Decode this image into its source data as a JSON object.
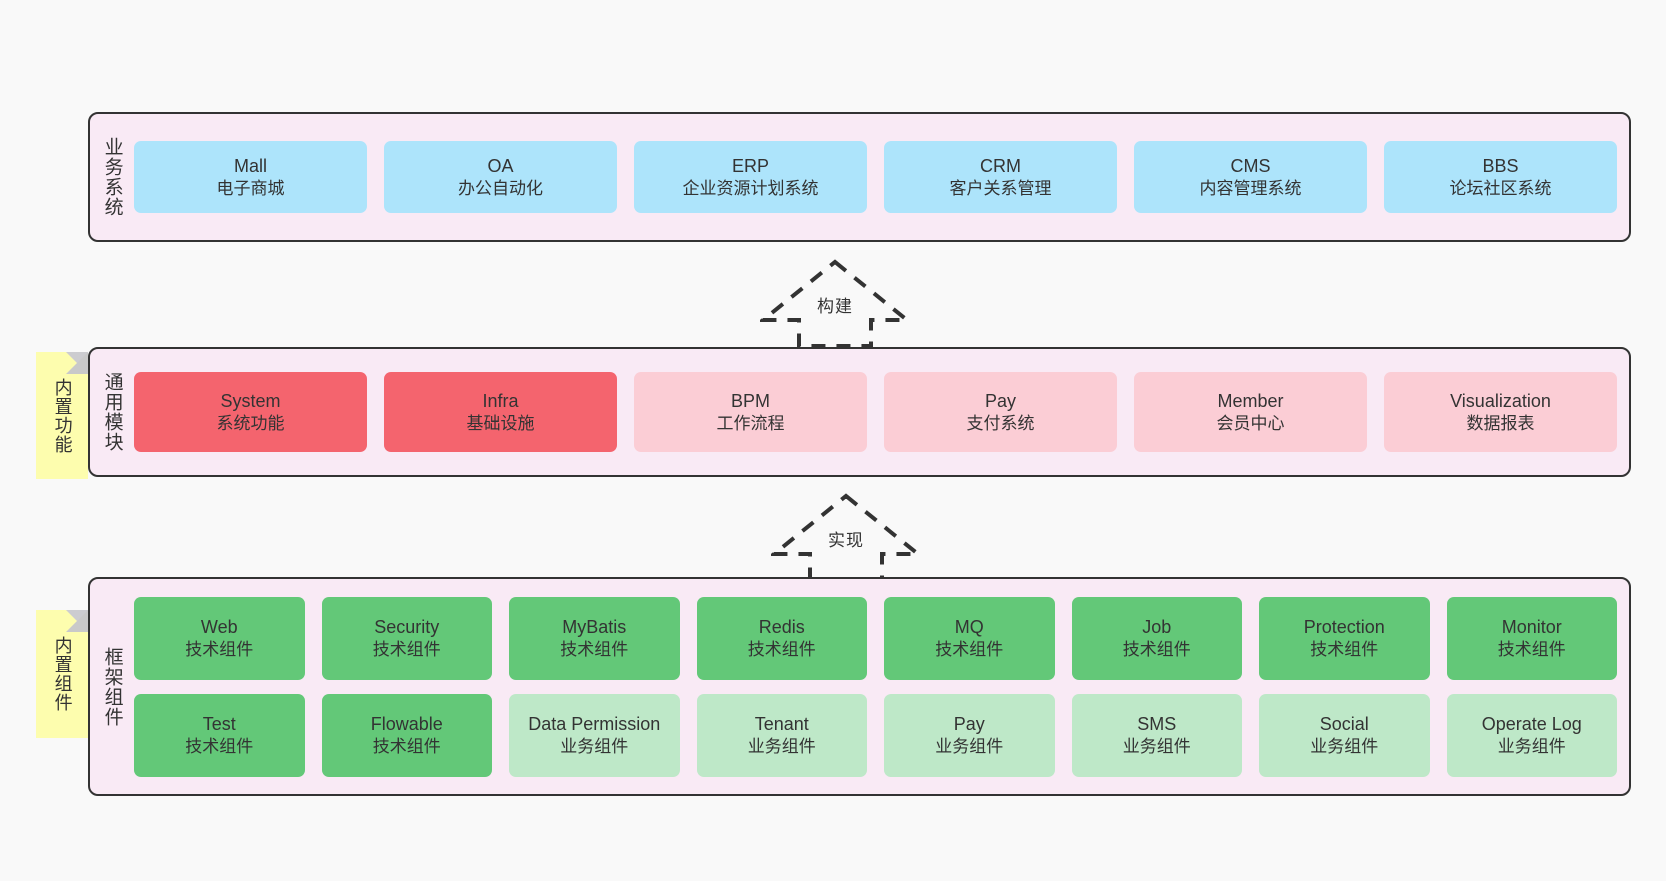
{
  "diagram": {
    "background_color": "#f9f9f9",
    "panel_color": "#f9eaf5",
    "panel_border_color": "#333333",
    "sticky_color": "#fdfdae",
    "colors": {
      "business_box": "#ade4fb",
      "module_highlight": "#f4646e",
      "module_normal": "#fbcdd5",
      "tech_component": "#63c878",
      "business_component": "#bee8c8"
    }
  },
  "layers": [
    {
      "id": "business",
      "title": "业务系统",
      "rows": [
        {
          "cells": [
            {
              "en": "Mall",
              "cn": "电子商城",
              "style": "c-blue"
            },
            {
              "en": "OA",
              "cn": "办公自动化",
              "style": "c-blue"
            },
            {
              "en": "ERP",
              "cn": "企业资源计划系统",
              "style": "c-blue"
            },
            {
              "en": "CRM",
              "cn": "客户关系管理",
              "style": "c-blue"
            },
            {
              "en": "CMS",
              "cn": "内容管理系统",
              "style": "c-blue"
            },
            {
              "en": "BBS",
              "cn": "论坛社区系统",
              "style": "c-blue"
            }
          ]
        }
      ]
    },
    {
      "id": "common",
      "title": "通用模块",
      "rows": [
        {
          "cells": [
            {
              "en": "System",
              "cn": "系统功能",
              "style": "c-red"
            },
            {
              "en": "Infra",
              "cn": "基础设施",
              "style": "c-red"
            },
            {
              "en": "BPM",
              "cn": "工作流程",
              "style": "c-pink"
            },
            {
              "en": "Pay",
              "cn": "支付系统",
              "style": "c-pink"
            },
            {
              "en": "Member",
              "cn": "会员中心",
              "style": "c-pink"
            },
            {
              "en": "Visualization",
              "cn": "数据报表",
              "style": "c-pink"
            }
          ]
        }
      ]
    },
    {
      "id": "framework",
      "title": "框架组件",
      "rows": [
        {
          "cells": [
            {
              "en": "Web",
              "cn": "技术组件",
              "style": "c-green"
            },
            {
              "en": "Security",
              "cn": "技术组件",
              "style": "c-green"
            },
            {
              "en": "MyBatis",
              "cn": "技术组件",
              "style": "c-green"
            },
            {
              "en": "Redis",
              "cn": "技术组件",
              "style": "c-green"
            },
            {
              "en": "MQ",
              "cn": "技术组件",
              "style": "c-green"
            },
            {
              "en": "Job",
              "cn": "技术组件",
              "style": "c-green"
            },
            {
              "en": "Protection",
              "cn": "技术组件",
              "style": "c-green"
            },
            {
              "en": "Monitor",
              "cn": "技术组件",
              "style": "c-green"
            }
          ]
        },
        {
          "cells": [
            {
              "en": "Test",
              "cn": "技术组件",
              "style": "c-green"
            },
            {
              "en": "Flowable",
              "cn": "技术组件",
              "style": "c-green"
            },
            {
              "en": "Data Permission",
              "cn": "业务组件",
              "style": "c-lgreen"
            },
            {
              "en": "Tenant",
              "cn": "业务组件",
              "style": "c-lgreen"
            },
            {
              "en": "Pay",
              "cn": "业务组件",
              "style": "c-lgreen"
            },
            {
              "en": "SMS",
              "cn": "业务组件",
              "style": "c-lgreen"
            },
            {
              "en": "Social",
              "cn": "业务组件",
              "style": "c-lgreen"
            },
            {
              "en": "Operate Log",
              "cn": "业务组件",
              "style": "c-lgreen"
            }
          ]
        }
      ]
    }
  ],
  "stickies": [
    {
      "id": "function",
      "label": "内置功能"
    },
    {
      "id": "component",
      "label": "内置组件"
    }
  ],
  "arrows": [
    {
      "id": "build",
      "label": "构建"
    },
    {
      "id": "impl",
      "label": "实现"
    }
  ]
}
